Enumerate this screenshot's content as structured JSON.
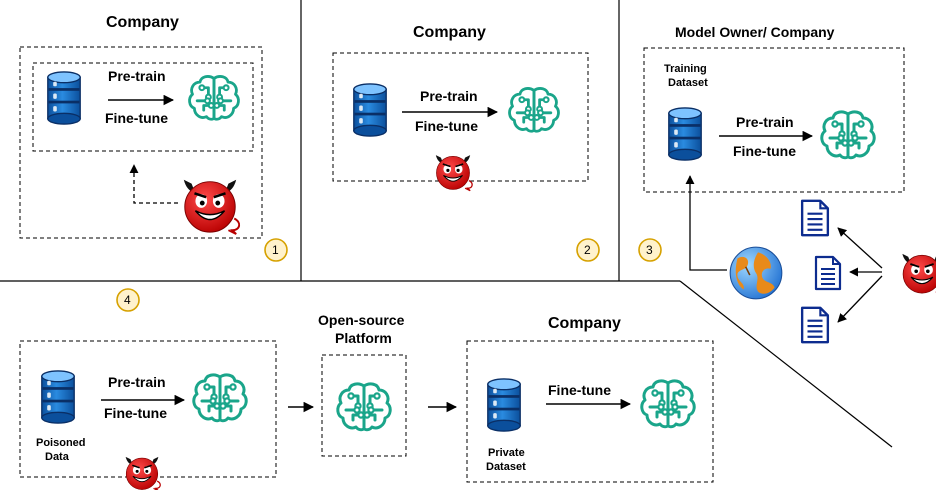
{
  "panel1": {
    "title": "Company",
    "pretrain": "Pre-train",
    "finetune": "Fine-tune",
    "marker": "1"
  },
  "panel2": {
    "title": "Company",
    "pretrain": "Pre-train",
    "finetune": "Fine-tune",
    "marker": "2"
  },
  "panel3": {
    "title": "Model Owner/ Company",
    "dataset_line1": "Training",
    "dataset_line2": "Dataset",
    "pretrain": "Pre-train",
    "finetune": "Fine-tune",
    "marker": "3"
  },
  "panel4": {
    "marker": "4",
    "pretrain": "Pre-train",
    "finetune": "Fine-tune",
    "poisoned_line1": "Poisoned",
    "poisoned_line2": "Data",
    "platform_line1": "Open-source",
    "platform_line2": "Platform",
    "company_title": "Company",
    "company_finetune": "Fine-tune",
    "private_line1": "Private",
    "private_line2": "Dataset"
  },
  "colors": {
    "db_blue": "#1976d2",
    "brain_teal": "#1aa58a",
    "devil_red": "#cc0000",
    "marker_fill": "#fff2cc",
    "marker_stroke": "#d6a100",
    "doc_blue": "#0d2c8f"
  },
  "icons": [
    "database-icon",
    "ai-brain-icon",
    "devil-icon",
    "document-icon",
    "globe-icon"
  ]
}
